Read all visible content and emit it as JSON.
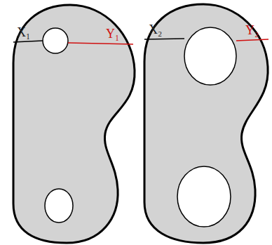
{
  "diagram": {
    "labels": [
      "X₁",
      "Y₁",
      "X₂",
      "Y₂"
    ]
  }
}
